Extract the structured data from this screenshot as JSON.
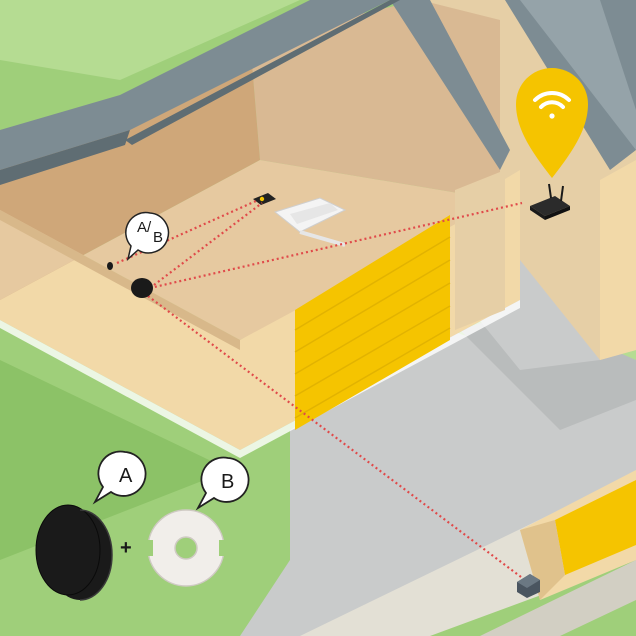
{
  "labels": {
    "ab_bubble_a": "A",
    "ab_bubble_slash": "/",
    "ab_bubble_b": "B",
    "bubble_a": "A",
    "bubble_b": "B",
    "plus": "+"
  },
  "colors": {
    "garage_door": "#f5c400",
    "wifi_pin": "#f5c400",
    "signal_line": "#e04a4a",
    "lawn": "#9fcf7a",
    "roof": "#7d8c93",
    "wall_tan": "#f2d9a8",
    "interior_floor": "#e6c9a0"
  },
  "icons": {
    "router": "router-icon",
    "wifi": "wifi-icon",
    "sensor_puck": "sensor-puck-icon",
    "mount_ring": "mount-ring-icon"
  }
}
